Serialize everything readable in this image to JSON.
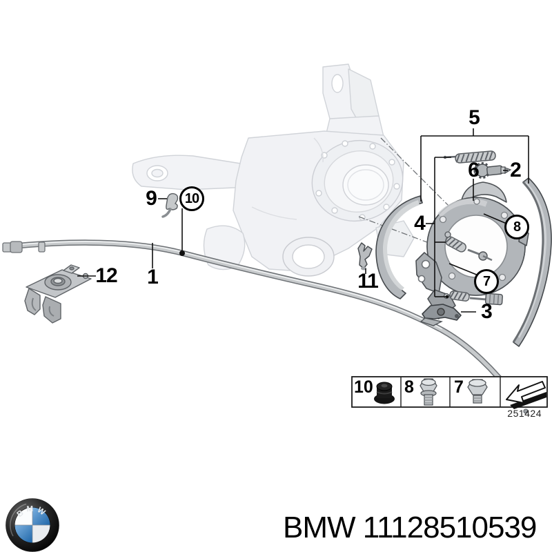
{
  "brand": {
    "title": "BMW 11128510539",
    "logo_letters": "BMW"
  },
  "diagram": {
    "number": "251424",
    "callouts": [
      {
        "id": "1",
        "label": "1",
        "circled": false
      },
      {
        "id": "2",
        "label": "2",
        "circled": false
      },
      {
        "id": "3",
        "label": "3",
        "circled": false
      },
      {
        "id": "4",
        "label": "4",
        "circled": false
      },
      {
        "id": "5",
        "label": "5",
        "circled": false
      },
      {
        "id": "6",
        "label": "6",
        "circled": false
      },
      {
        "id": "7",
        "label": "7",
        "circled": true
      },
      {
        "id": "8",
        "label": "8",
        "circled": true
      },
      {
        "id": "9",
        "label": "9",
        "circled": false
      },
      {
        "id": "10",
        "label": "10",
        "circled": true
      },
      {
        "id": "11",
        "label": "11",
        "circled": false
      },
      {
        "id": "12",
        "label": "12",
        "circled": false
      }
    ],
    "inset": {
      "cells": [
        "10",
        "8",
        "7"
      ],
      "arrow_icon": "page-turn-arrow"
    }
  },
  "colors": {
    "outline": "#3f4347",
    "metal": "#b3b7bb",
    "metal_light": "#d2d5d8",
    "ghost": "#f2f3f6",
    "logo_blue": "#2e6fb0"
  }
}
